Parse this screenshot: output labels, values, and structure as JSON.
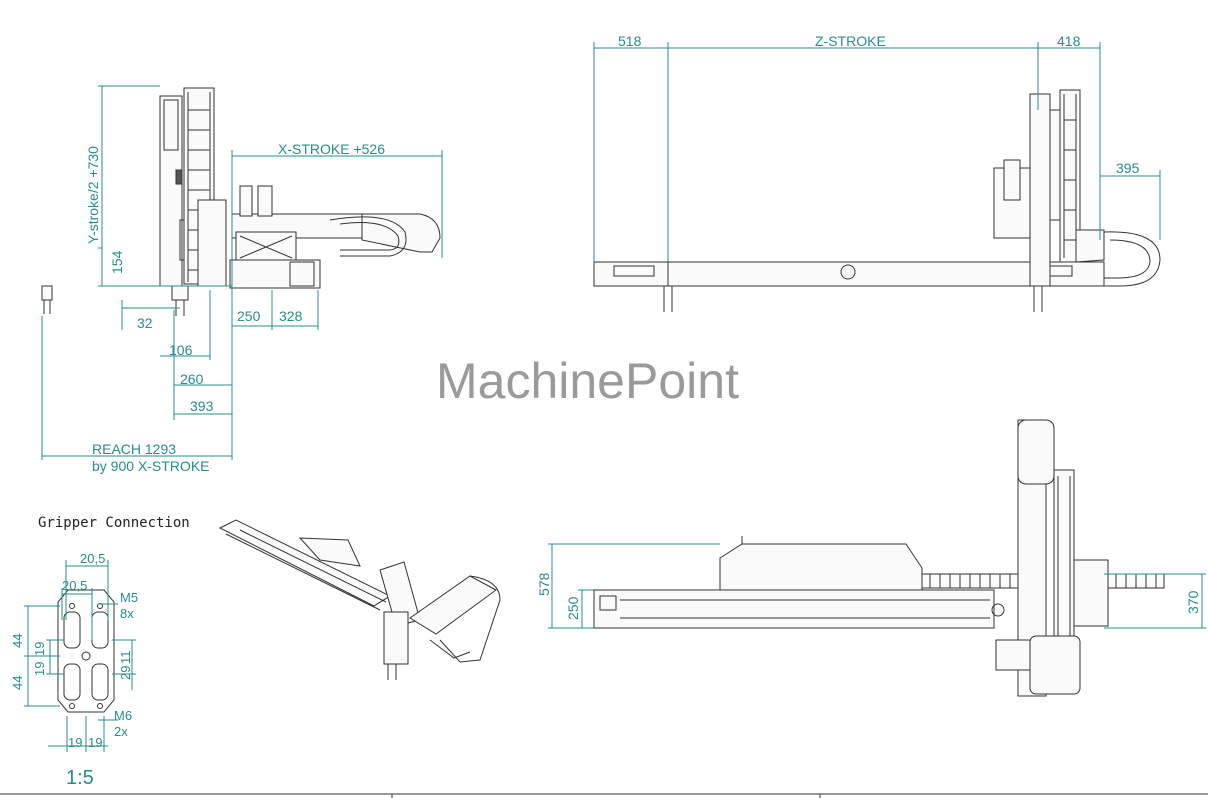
{
  "watermark": "MachinePoint",
  "side_view": {
    "y_stroke": "Y-stroke/2 +730",
    "x_stroke": "X-STROKE +526",
    "d154": "154",
    "d32": "32",
    "d106": "106",
    "d260": "260",
    "d393": "393",
    "d250": "250",
    "d328": "328",
    "reach": "REACH 1293",
    "reach_note": "by 900 X-STROKE"
  },
  "front_view": {
    "d518": "518",
    "z_stroke": "Z-STROKE",
    "d418": "418",
    "d395": "395"
  },
  "top_view": {
    "d578": "578",
    "d250": "250",
    "d370": "370"
  },
  "gripper": {
    "title": "Gripper Connection",
    "d20_5_top": "20,5",
    "d20_5_mid": "20,5",
    "m5": "M5",
    "m5_count": "8x",
    "d44_top": "44",
    "d44_bot": "44",
    "d19_a": "19",
    "d19_b": "19",
    "d29": "29",
    "d11": "11",
    "m6": "M6",
    "m6_count": "2x",
    "d19_c": "19",
    "d19_d": "19",
    "scale": "1:5"
  }
}
